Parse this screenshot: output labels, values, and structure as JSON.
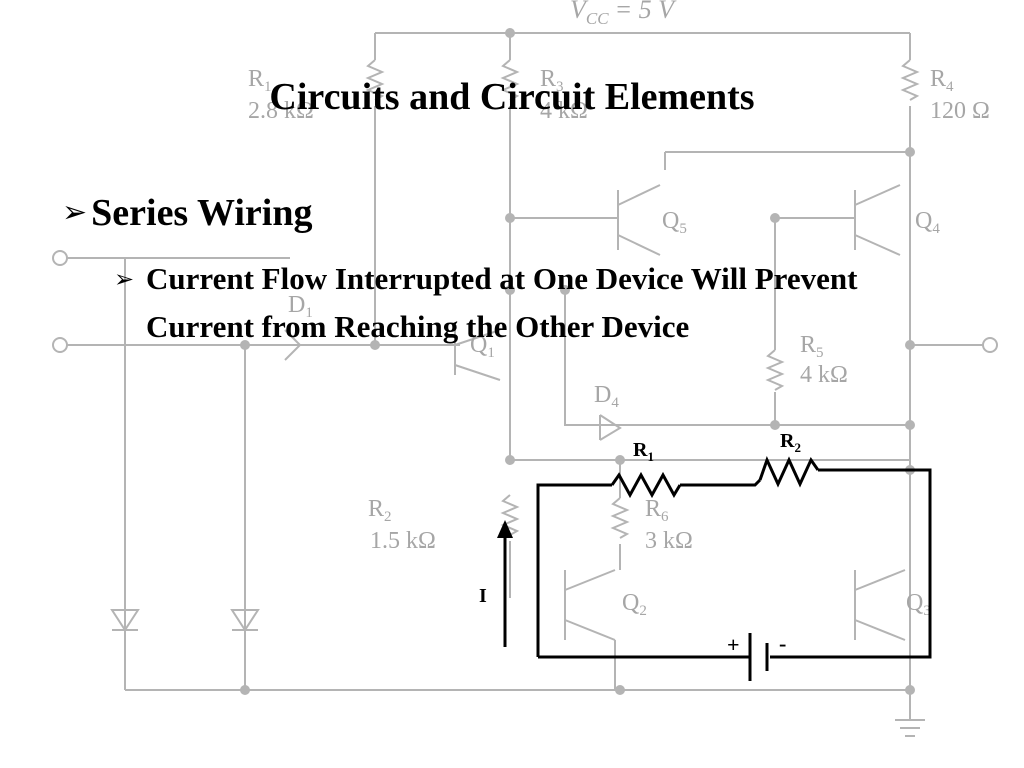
{
  "slide": {
    "title": "Circuits and Circuit Elements",
    "bullet_level1": "Series Wiring",
    "bullet_level2": "Current Flow Interrupted at One Device Will Prevent Current from Reaching the Other Device",
    "bullet_marker": "arrow-bullet-icon"
  },
  "circuit": {
    "r1_label": "R",
    "r1_sub": "1",
    "r2_label": "R",
    "r2_sub": "2",
    "current_label": "I",
    "battery_plus": "+",
    "battery_minus": "-"
  },
  "background_schematic": {
    "vcc": "V",
    "vcc_sub": "CC",
    "vcc_value": "= 5 V",
    "r1": "R",
    "r1_sub": "1",
    "r1_val": "2.8 kΩ",
    "r2": "R",
    "r2_sub": "2",
    "r2_val": "1.5 kΩ",
    "r3": "R",
    "r3_sub": "3",
    "r3_val": "4 kΩ",
    "r4": "R",
    "r4_sub": "4",
    "r4_val": "120 Ω",
    "r5": "R",
    "r5_sub": "5",
    "r5_val": "4 kΩ",
    "r6": "R",
    "r6_sub": "6",
    "r6_val": "3 kΩ",
    "q1": "Q",
    "q1_sub": "1",
    "q2": "Q",
    "q2_sub": "2",
    "q3": "Q",
    "q3_sub": "3",
    "q4": "Q",
    "q4_sub": "4",
    "q5": "Q",
    "q5_sub": "5",
    "d1": "D",
    "d1_sub": "1",
    "d4": "D",
    "d4_sub": "4"
  },
  "colors": {
    "background": "#ffffff",
    "text": "#000000",
    "schematic_faded": "#a6a6a6"
  }
}
